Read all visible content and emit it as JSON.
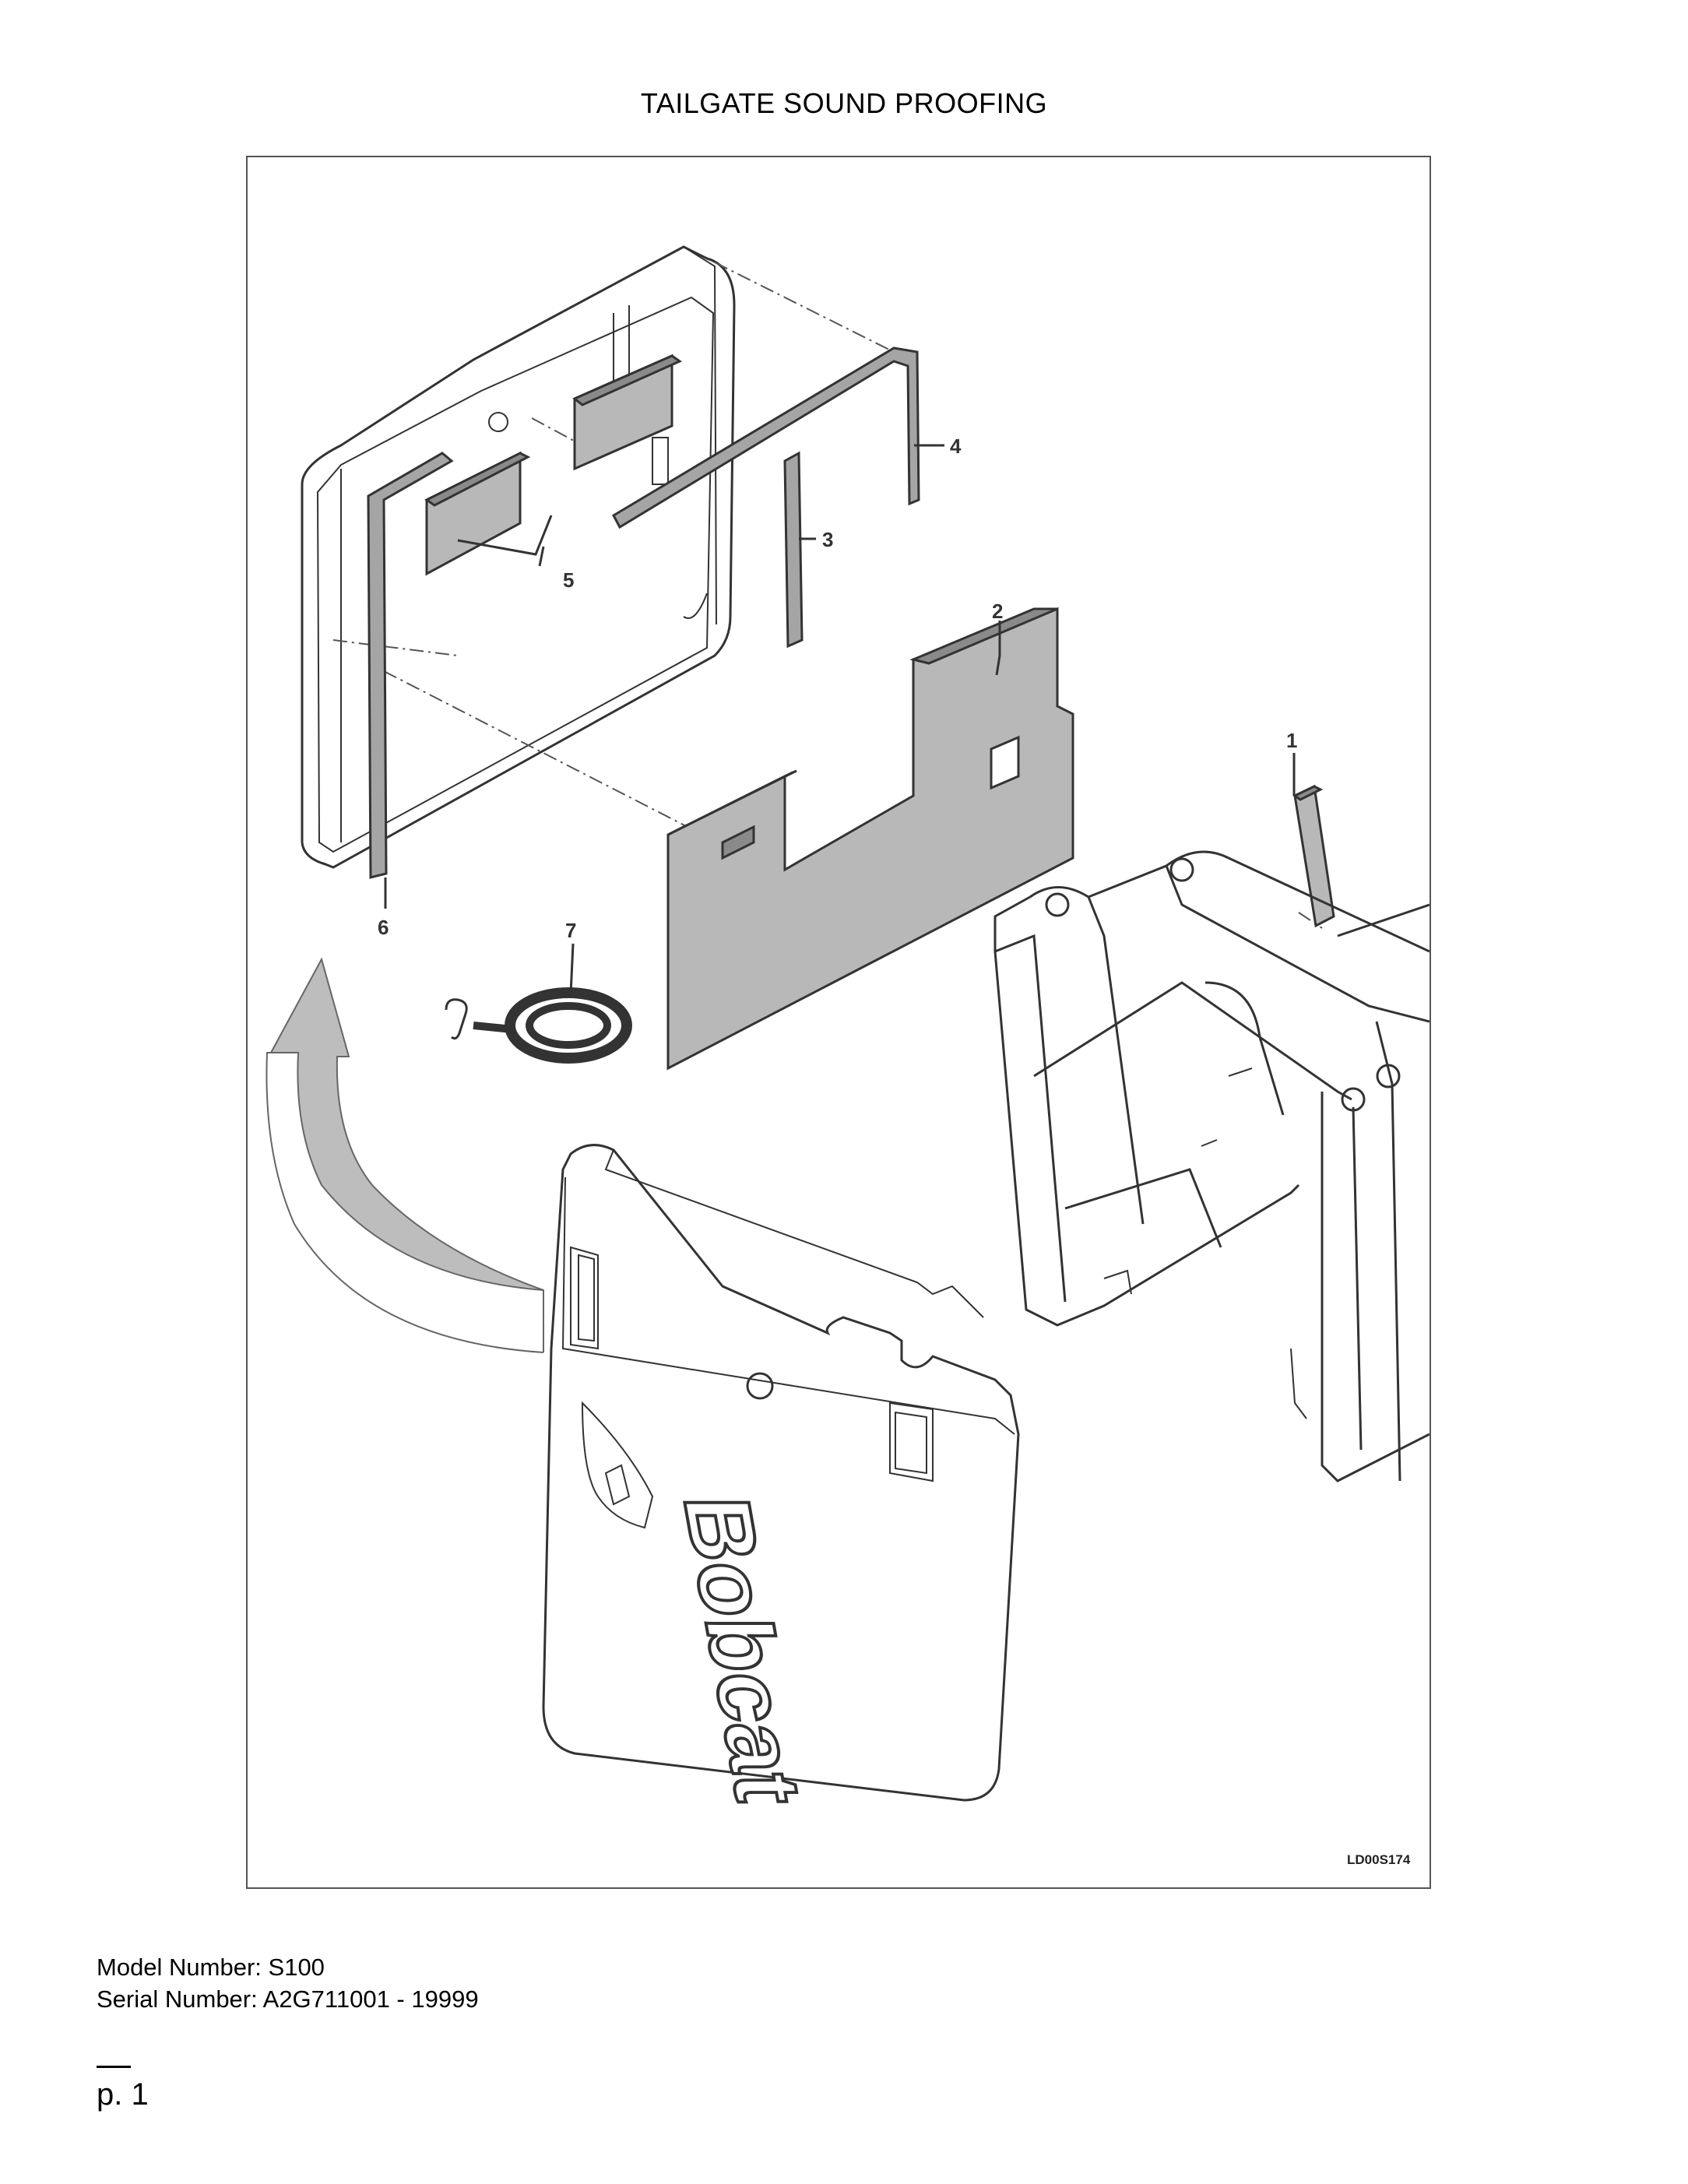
{
  "document": {
    "title": "TAILGATE SOUND PROOFING",
    "drawing_id": "LD00S174",
    "model_number": "Model Number: S100",
    "serial_number": "Serial Number: A2G711001 - 19999",
    "page": "p. 1"
  },
  "callouts": [
    "1",
    "2",
    "3",
    "4",
    "5",
    "6",
    "7"
  ],
  "brand_text": "Bobcat",
  "colors": {
    "foam": "#b8b8b8",
    "foam_dark": "#8a8a8a",
    "arrow": "#bdbdbd",
    "line": "#333333"
  }
}
